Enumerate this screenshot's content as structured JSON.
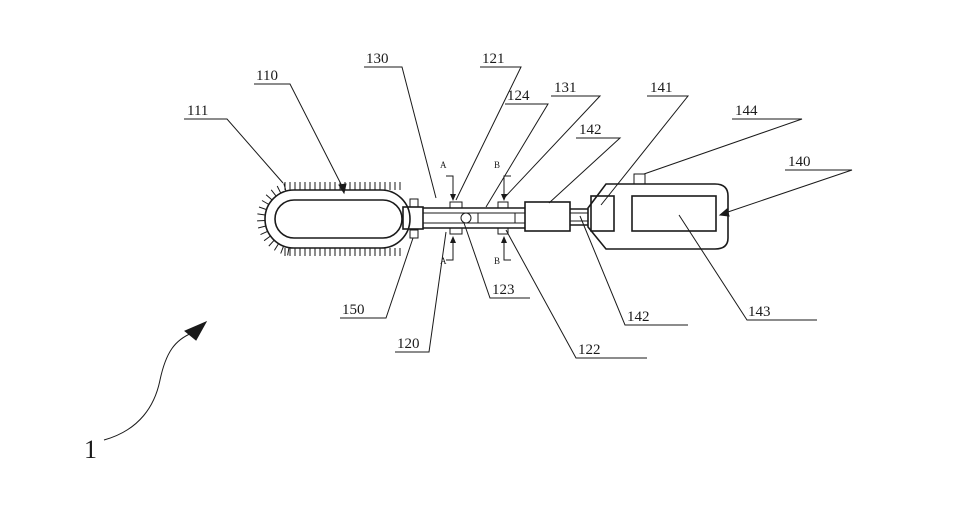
{
  "figure": {
    "number": "1",
    "section_marks": {
      "a": "A",
      "b": "B"
    },
    "labels": {
      "l110": "110",
      "l111": "111",
      "l120": "120",
      "l121": "121",
      "l122": "122",
      "l123": "123",
      "l124": "124",
      "l130": "130",
      "l131": "131",
      "l140": "140",
      "l141": "141",
      "l142a": "142",
      "l142b": "142",
      "l143": "143",
      "l144": "144",
      "l150": "150"
    }
  }
}
